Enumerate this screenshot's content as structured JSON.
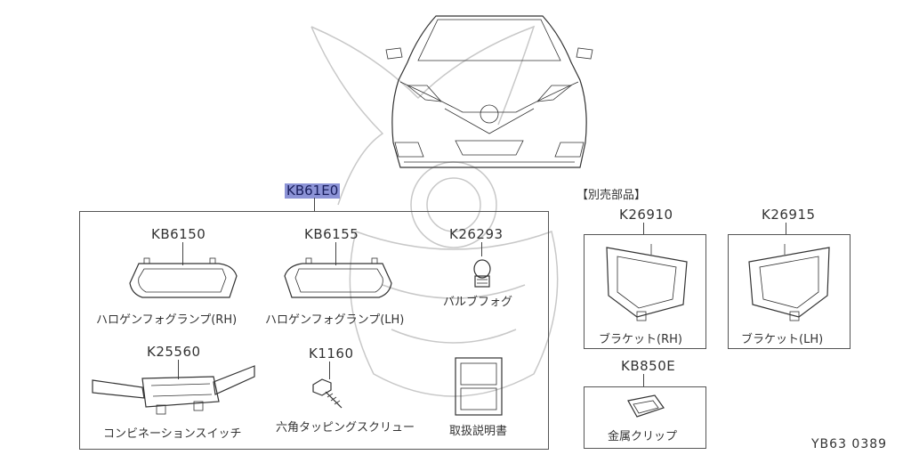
{
  "set": {
    "part_no": "KB61E0"
  },
  "parts": [
    {
      "part_no": "KB6150",
      "name": "ハロゲンフォグランプ(RH)"
    },
    {
      "part_no": "KB6155",
      "name": "ハロゲンフォグランプ(LH)"
    },
    {
      "part_no": "K26293",
      "name": "バルブフォグ"
    },
    {
      "part_no": "K25560",
      "name": "コンビネーションスイッチ"
    },
    {
      "part_no": "K1160",
      "name": "六角タッピングスクリュー"
    },
    {
      "part_no": "",
      "name": "取扱説明書"
    }
  ],
  "separate": {
    "heading": "【別売部品】",
    "parts": [
      {
        "part_no": "K26910",
        "name": "ブラケット(RH)"
      },
      {
        "part_no": "K26915",
        "name": "ブラケット(LH)"
      },
      {
        "part_no": "KB850E",
        "name": "金属クリップ"
      }
    ]
  },
  "diagram_code": "YB63 0389"
}
